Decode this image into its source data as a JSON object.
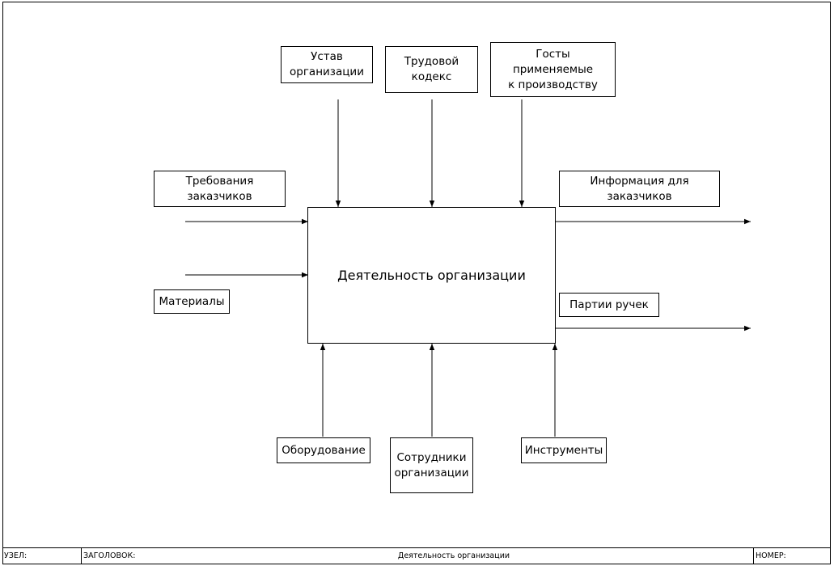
{
  "function": {
    "label": "Деятельность организации"
  },
  "controls": [
    {
      "label": "Устав\nорганизации"
    },
    {
      "label": "Трудовой\nкодекс"
    },
    {
      "label": "Госты применяемые\nк производству"
    }
  ],
  "inputs": [
    {
      "label": "Требования\nзаказчиков"
    },
    {
      "label": "Материалы"
    }
  ],
  "outputs": [
    {
      "label": "Информация для\nзаказчиков"
    },
    {
      "label": "Партии ручек"
    }
  ],
  "mechanisms": [
    {
      "label": "Оборудование"
    },
    {
      "label": "Сотрудники\nорганизации"
    },
    {
      "label": "Инструменты"
    }
  ],
  "footer": {
    "node_label": "УЗЕЛ:",
    "title_label": "ЗАГОЛОВОК:",
    "title_value": "Деятельность организации",
    "number_label": "НОМЕР:"
  }
}
